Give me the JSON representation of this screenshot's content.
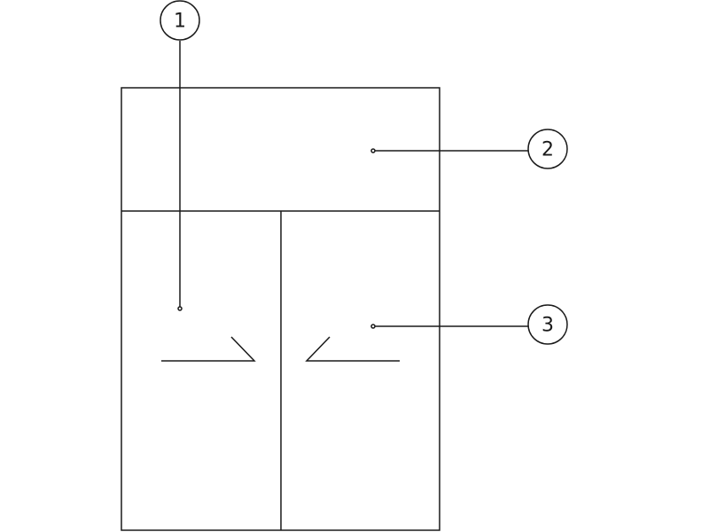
{
  "diagram": {
    "line_color": "#1a1a1a",
    "background": "#ffffff",
    "callouts": [
      {
        "id": "1",
        "label": "1"
      },
      {
        "id": "2",
        "label": "2"
      },
      {
        "id": "3",
        "label": "3"
      }
    ]
  }
}
